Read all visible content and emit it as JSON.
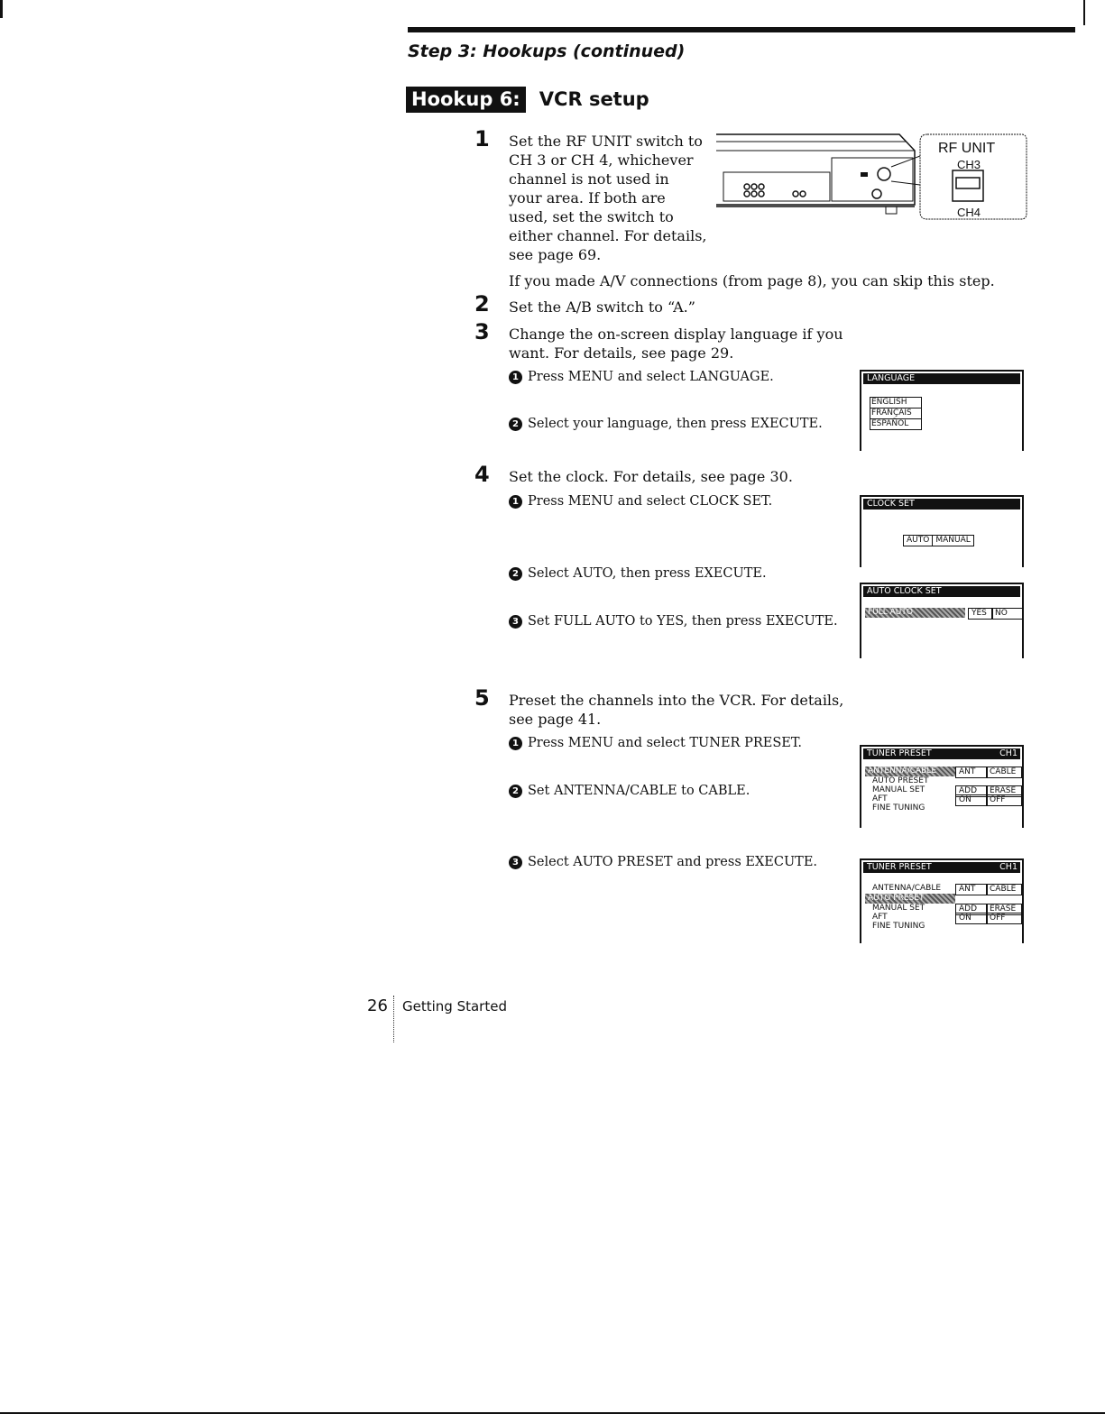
{
  "header": {
    "step_title": "Step 3: Hookups (continued)"
  },
  "hookup": {
    "label": "Hookup 6:",
    "title": "VCR setup"
  },
  "steps": {
    "s1": {
      "num": "1",
      "text": [
        "Set the RF UNIT switch to",
        "CH 3 or CH 4, whichever",
        "channel is not used in",
        "your area. If both are",
        "used, set the switch to",
        "either channel. For details,",
        "see page 69."
      ],
      "note": "If you made A/V connections (from page 8), you can skip this step."
    },
    "s2": {
      "num": "2",
      "text": "Set the A/B switch to “A.”"
    },
    "s3": {
      "num": "3",
      "text": [
        "Change the on-screen display language if you",
        "want. For details, see page 29."
      ],
      "b1": "Press MENU and select LANGUAGE.",
      "b2": "Select your language, then press EXECUTE."
    },
    "s4": {
      "num": "4",
      "text": "Set the clock. For details, see page 30.",
      "b1": "Press MENU and select CLOCK SET.",
      "b2": "Select AUTO, then press EXECUTE.",
      "b3": "Set FULL AUTO to YES, then press EXECUTE."
    },
    "s5": {
      "num": "5",
      "text": [
        "Preset the channels into the VCR. For details,",
        "see page 41."
      ],
      "b1": "Press MENU and select TUNER PRESET.",
      "b2": "Set ANTENNA/CABLE to CABLE.",
      "b3": "Select AUTO PRESET and press EXECUTE."
    }
  },
  "rf_unit": {
    "title": "RF UNIT",
    "ch3": "CH3",
    "ch4": "CH4"
  },
  "screens": {
    "language": {
      "title": "LANGUAGE",
      "options": [
        "ENGLISH",
        "FRANÇAIS",
        "ESPAÑOL"
      ]
    },
    "clock_set": {
      "title": "CLOCK SET",
      "auto": "AUTO",
      "manual": "MANUAL"
    },
    "auto_clock": {
      "title": "AUTO CLOCK SET",
      "item": "FULL AUTO",
      "yes": "YES",
      "no": "NO"
    },
    "tuner1": {
      "title": "TUNER PRESET",
      "ch": "CH1",
      "rows": [
        "ANTENNA/CABLE",
        "AUTO PRESET",
        "MANUAL SET",
        "AFT",
        "FINE TUNING"
      ],
      "ant": "ANT",
      "cable": "CABLE",
      "add": "ADD",
      "erase": "ERASE",
      "on": "ON",
      "off": "OFF"
    },
    "tuner2": {
      "title": "TUNER PRESET",
      "ch": "CH1",
      "rows": [
        "ANTENNA/CABLE",
        "AUTO PRESET",
        "MANUAL SET",
        "AFT",
        "FINE TUNING"
      ],
      "ant": "ANT",
      "cable": "CABLE",
      "add": "ADD",
      "erase": "ERASE",
      "on": "ON",
      "off": "OFF"
    }
  },
  "footer": {
    "page": "26",
    "section": "Getting Started"
  }
}
